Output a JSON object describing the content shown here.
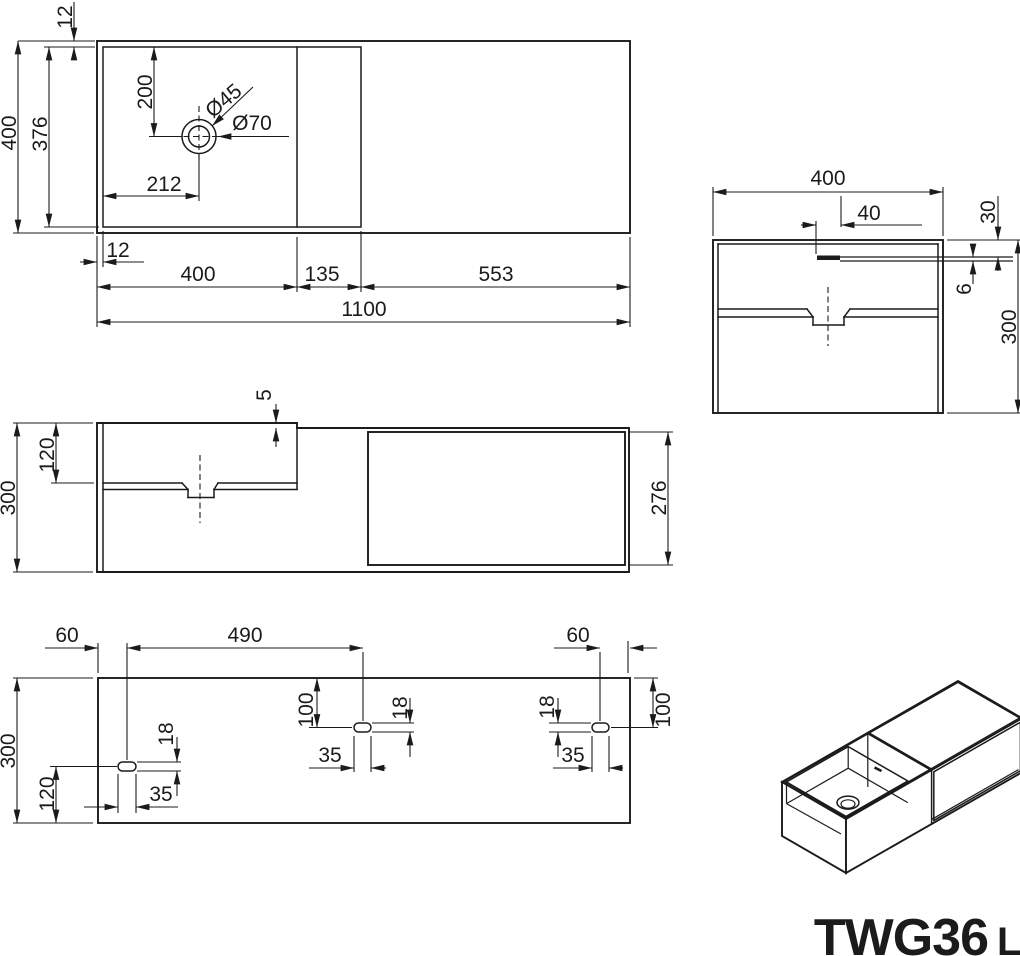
{
  "title": {
    "model": "TWG36",
    "variant": "L"
  },
  "colors": {
    "line": "#1b1b1b",
    "background": "#ffffff"
  },
  "top_view": {
    "d12_top": "12",
    "d400_left": "400",
    "d376": "376",
    "d200": "200",
    "d45": "Ø45",
    "d70": "Ø70",
    "d212": "212",
    "d12_bottom": "12",
    "d400_bottom": "400",
    "d135": "135",
    "d553": "553",
    "d1100": "1100"
  },
  "side_view": {
    "d400": "400",
    "d40": "40",
    "d30": "30",
    "d6": "6",
    "d300": "300"
  },
  "front_view": {
    "d5": "5",
    "d120": "120",
    "d300": "300",
    "d276": "276"
  },
  "bottom_view": {
    "d60_left": "60",
    "d490": "490",
    "d60_right": "60",
    "d300": "300",
    "d120": "120",
    "d18_left": "18",
    "d35_left": "35",
    "d100_mid": "100",
    "d18_mid": "18",
    "d35_mid": "35",
    "d100_right": "100",
    "d18_right": "18",
    "d35_right": "35"
  }
}
